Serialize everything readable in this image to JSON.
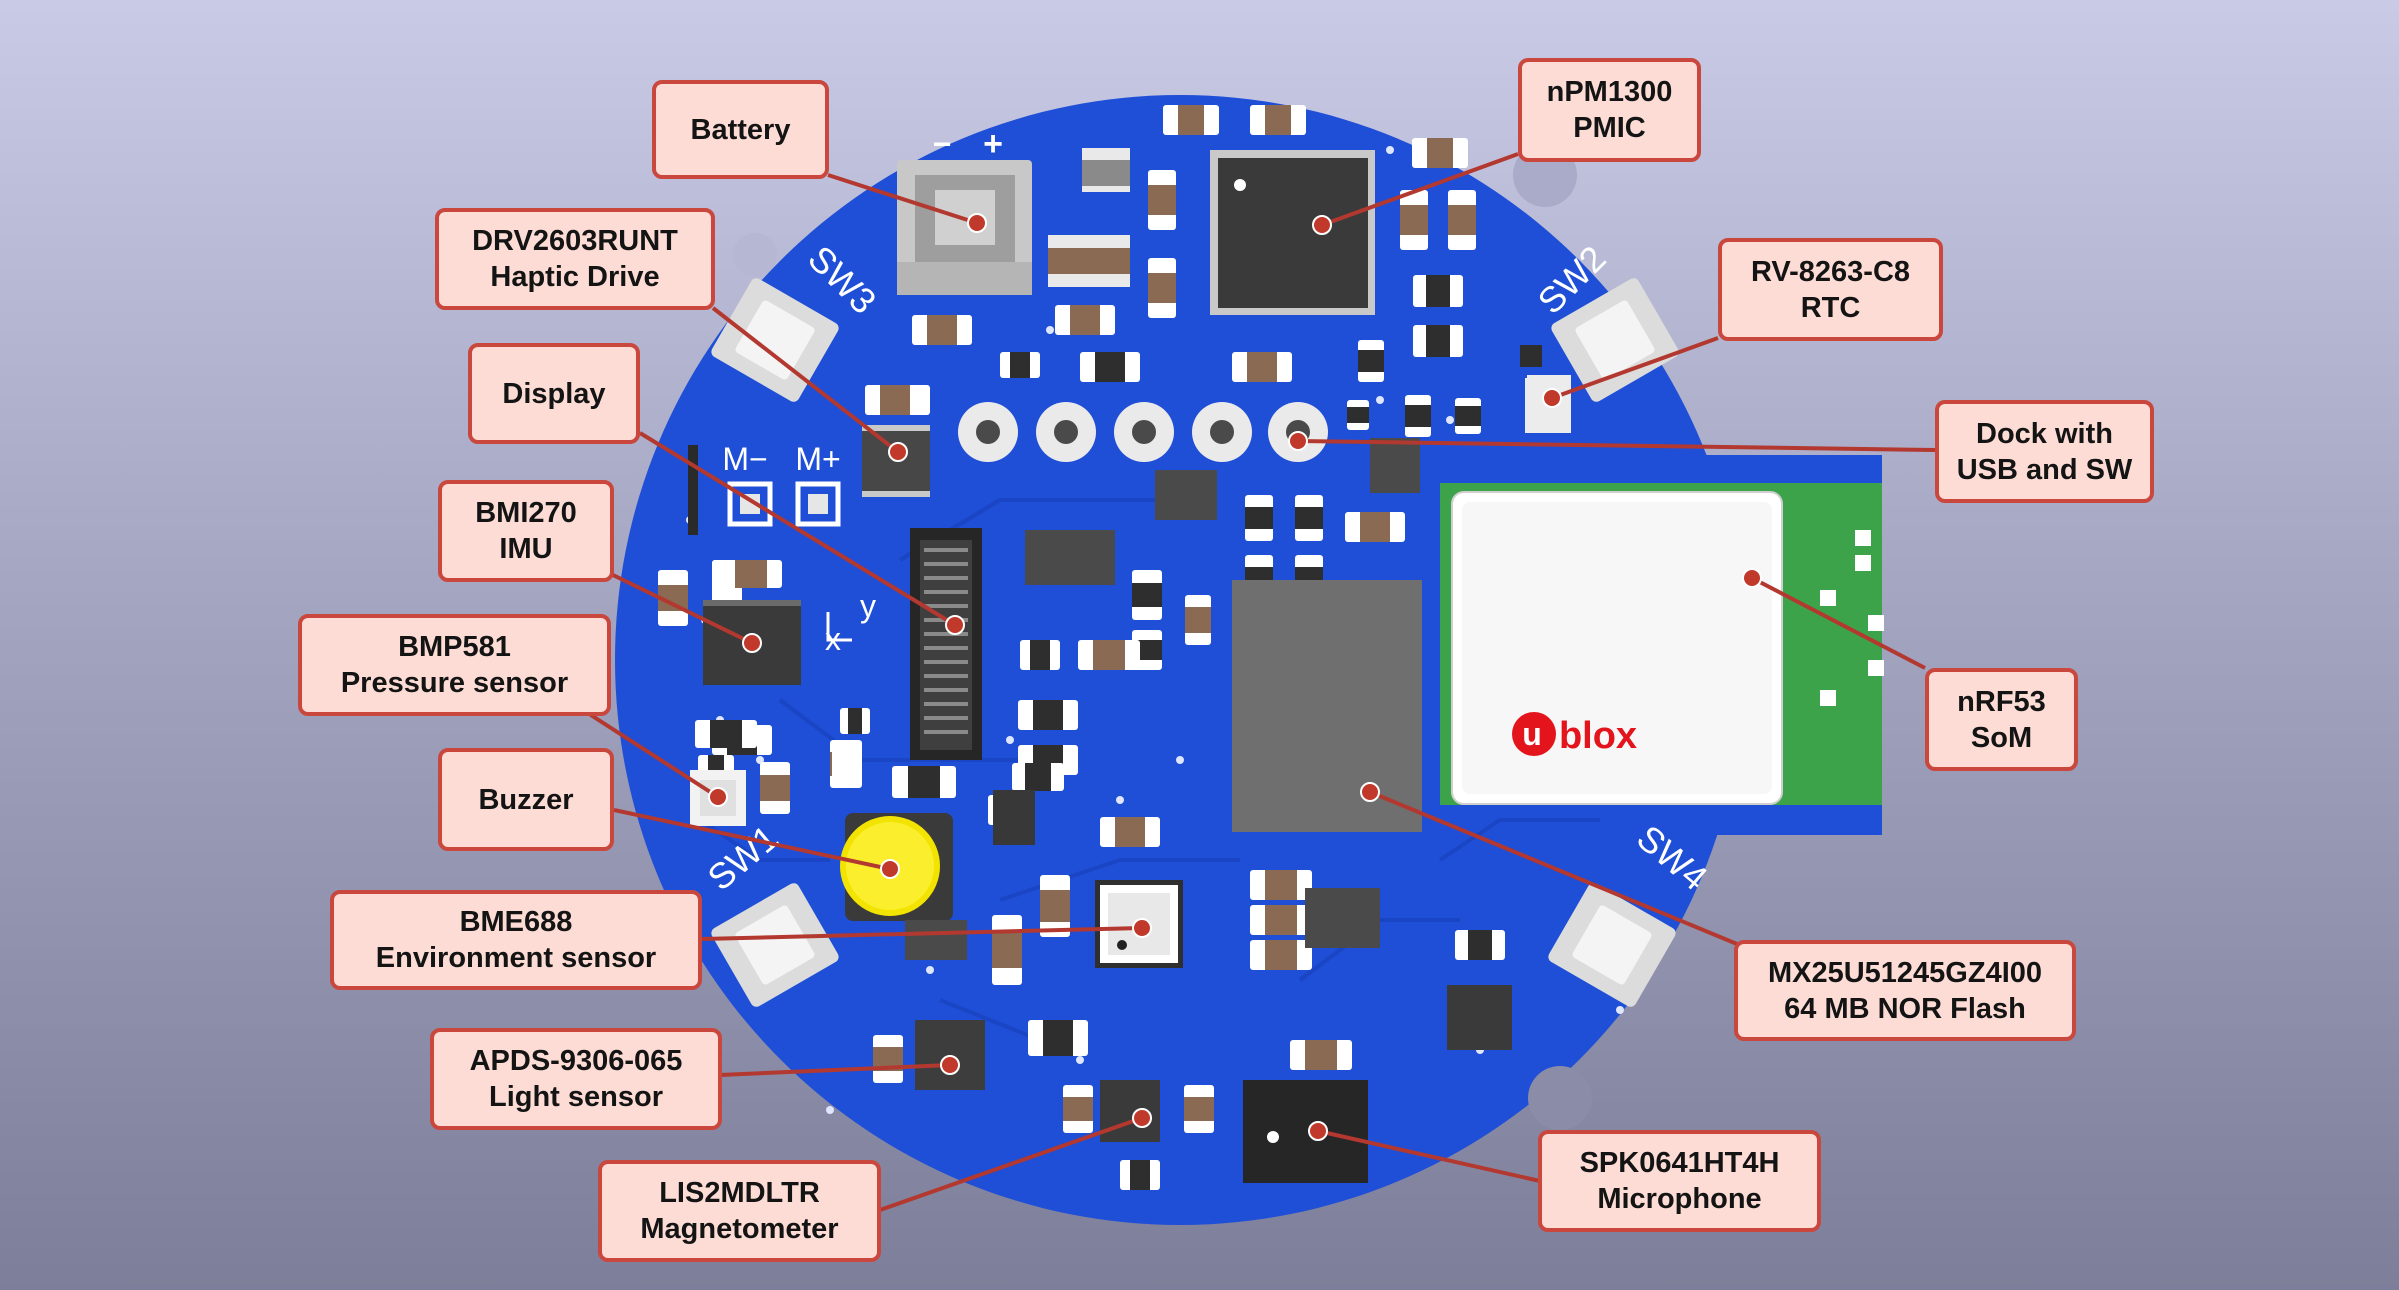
{
  "colors": {
    "board": "#1f4fd6",
    "trace": "#1a45c4",
    "silkscreen": "#ffffff",
    "callout_fill": "#fcdcd5",
    "callout_border": "#c9473d",
    "leader_line": "#b3382f",
    "som_pcb": "#3da34a",
    "buzzer": "#f2e400"
  },
  "silkscreen": {
    "sw1": "SW1",
    "sw2": "SW2",
    "sw3": "SW3",
    "sw4": "SW4",
    "motor_minus": "M−",
    "motor_plus": "M+",
    "battery_minus": "−",
    "battery_plus": "+",
    "axis_y": "y",
    "axis_x": "x",
    "module_brand": "blox",
    "module_brand_initial": "u"
  },
  "callouts": {
    "battery": {
      "line1": "Battery"
    },
    "haptic": {
      "line1": "DRV2603RUNT",
      "line2": "Haptic Drive"
    },
    "display": {
      "line1": "Display"
    },
    "imu": {
      "line1": "BMI270",
      "line2": "IMU"
    },
    "pressure": {
      "line1": "BMP581",
      "line2": "Pressure sensor"
    },
    "buzzer": {
      "line1": "Buzzer"
    },
    "environment": {
      "line1": "BME688",
      "line2": "Environment sensor"
    },
    "light": {
      "line1": "APDS-9306-065",
      "line2": "Light sensor"
    },
    "magnetometer": {
      "line1": "LIS2MDLTR",
      "line2": "Magnetometer"
    },
    "pmic": {
      "line1": "nPM1300",
      "line2": "PMIC"
    },
    "rtc": {
      "line1": "RV-8263-C8",
      "line2": "RTC"
    },
    "dock": {
      "line1": "Dock with",
      "line2": "USB and SW"
    },
    "som": {
      "line1": "nRF53",
      "line2": "SoM"
    },
    "flash": {
      "line1": "MX25U51245GZ4I00",
      "line2": "64 MB NOR Flash"
    },
    "microphone": {
      "line1": "SPK0641HT4H",
      "line2": "Microphone"
    }
  }
}
